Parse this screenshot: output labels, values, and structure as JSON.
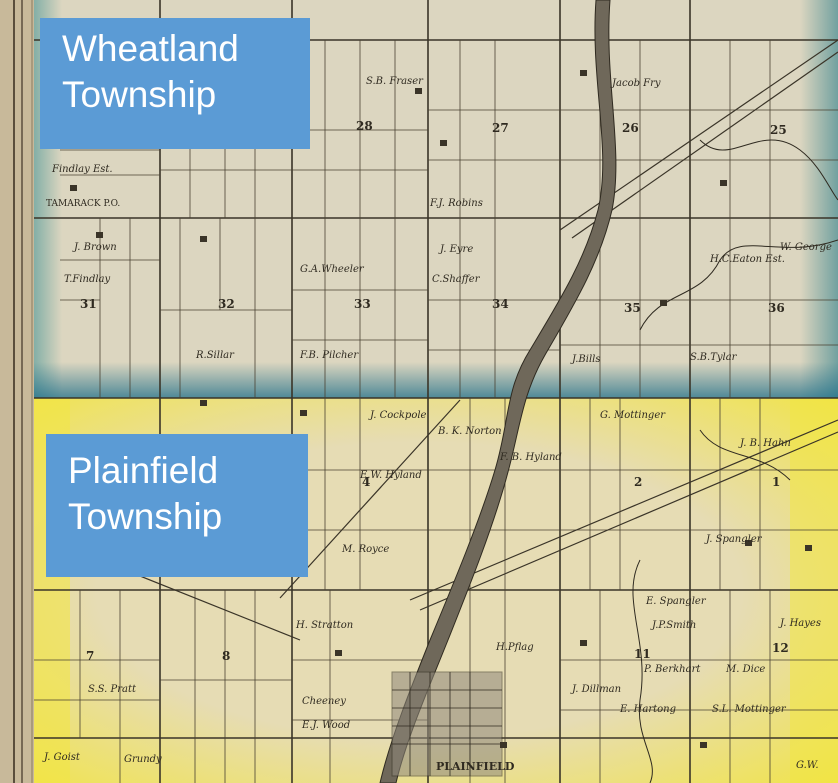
{
  "township_labels": {
    "wheatland": {
      "line1": "Wheatland",
      "line2": "Township"
    },
    "plainfield": {
      "line1": "Plainfield",
      "line2": "Township"
    }
  },
  "map_labels": {
    "tamarack": "TAMARACK P.O.",
    "plainfield_village": "PLAINFIELD",
    "findlay_est": "Findlay Est.",
    "brown": "J. Brown",
    "t_findlay": "T.Findlay",
    "fraser": "S.B. Fraser",
    "fj_robins": "F.J. Robins",
    "ga_wheeler": "G.A.Wheeler",
    "r_sillar": "R.Sillar",
    "fb_pilcher": "F.B. Pilcher",
    "eyre": "J. Eyre",
    "shaffer": "C.Shaffer",
    "j_bills": "J.Bills",
    "jacob_fry": "Jacob Fry",
    "sb_tylar": "S.B.Tylar",
    "hc_eaton": "H.C.Eaton Est.",
    "w_george": "W. George",
    "j_cockpole": "J. Cockpole",
    "bk_norton": "B. K. Norton",
    "g_mottinger": "G. Mottinger",
    "jb_hahn": "J. B. Hahn",
    "ew_hyland": "E.W. Hyland",
    "fb_hyland": "F. B. Hyland",
    "m_royce": "M. Royce",
    "spangler": "J. Spangler",
    "e_spangler": "E. Spangler",
    "jp_smith": "J.P.Smith",
    "h_stratton": "H. Stratton",
    "ss_pratt": "S.S. Pratt",
    "p_berkhart": "P. Berkhart",
    "m_dice": "M. Dice",
    "e_hartong": "E. Hartong",
    "sl_mottinger": "S.L. Mottinger",
    "dillman": "J. Dillman",
    "ed_wood": "E.J. Wood",
    "cheeney": "Cheeney",
    "h_pflag": "H.Pflag",
    "j_hayes": "J. Hayes",
    "gw": "G.W.",
    "j_goist": "J. Goist",
    "grundy": "Grundy"
  },
  "section_numbers": [
    "28",
    "27",
    "26",
    "25",
    "31",
    "32",
    "33",
    "34",
    "35",
    "36",
    "4",
    "2",
    "1",
    "7",
    "8",
    "11",
    "12"
  ],
  "colors": {
    "callout_bg": "#5b9bd5",
    "callout_text": "#ffffff",
    "paper_north": "#dcd6c0",
    "paper_south": "#e6dcb4",
    "yellow_tint": "#f4e63a",
    "teal_border": "#2f8a8f",
    "ink": "#3a3428"
  }
}
